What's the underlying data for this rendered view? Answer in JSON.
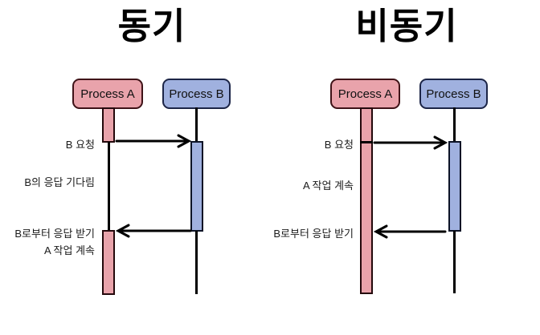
{
  "page": {
    "background": "#ffffff"
  },
  "colors": {
    "process_a_fill": "#E9A3AB",
    "process_a_border": "#3F1318",
    "process_b_fill": "#A0B1DF",
    "process_b_border": "#1C2547",
    "line": "#000000",
    "text": "#1a1a1a"
  },
  "panels": [
    {
      "id": "sync",
      "title": "동기",
      "process_a": "Process A",
      "process_b": "Process B",
      "labels": {
        "request": "B 요청",
        "wait_response": "B의 응답 기다림",
        "receive_response": "B로부터 응답 받기",
        "continue_work": "A 작업 계속"
      }
    },
    {
      "id": "async",
      "title": "비동기",
      "process_a": "Process A",
      "process_b": "Process B",
      "labels": {
        "request": "B 요청",
        "continue_work": "A 작업 계속",
        "receive_response": "B로부터 응답 받기"
      }
    }
  ]
}
